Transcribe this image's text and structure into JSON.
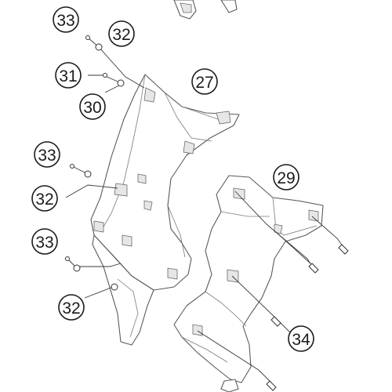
{
  "diagram": {
    "callouts": [
      {
        "id": "c33a",
        "label": "33"
      },
      {
        "id": "c32a",
        "label": "32"
      },
      {
        "id": "c31",
        "label": "31"
      },
      {
        "id": "c30",
        "label": "30"
      },
      {
        "id": "c27",
        "label": "27"
      },
      {
        "id": "c33b",
        "label": "33"
      },
      {
        "id": "c32b",
        "label": "32"
      },
      {
        "id": "c29",
        "label": "29"
      },
      {
        "id": "c33c",
        "label": "33"
      },
      {
        "id": "c32c",
        "label": "32"
      },
      {
        "id": "c34",
        "label": "34"
      }
    ]
  }
}
